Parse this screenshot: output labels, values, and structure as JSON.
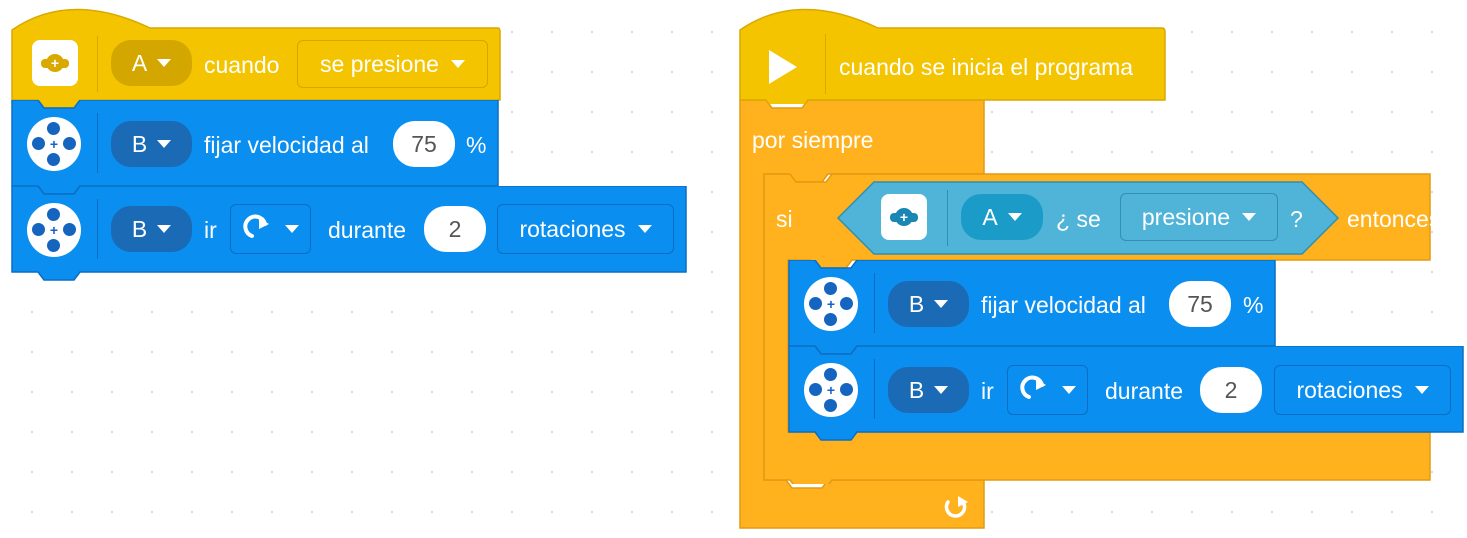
{
  "stack_left": {
    "hat": {
      "port": "A",
      "label": "cuando",
      "condition": "se presione"
    },
    "speed_block": {
      "port": "B",
      "label": "fijar velocidad al",
      "value": "75",
      "unit": "%"
    },
    "move_block": {
      "port": "B",
      "ir": "ir",
      "durante": "durante",
      "value": "2",
      "unit": "rotaciones"
    }
  },
  "stack_right": {
    "hat": {
      "label": "cuando se inicia el programa"
    },
    "forever": {
      "label": "por siempre"
    },
    "if_block": {
      "si": "si",
      "port": "A",
      "se": "¿ se",
      "condition": "presione",
      "qmark": "?",
      "entonces": "entonces"
    },
    "speed_block": {
      "port": "B",
      "label": "fijar velocidad al",
      "value": "75",
      "unit": "%"
    },
    "move_block": {
      "port": "B",
      "ir": "ir",
      "durante": "durante",
      "value": "2",
      "unit": "rotaciones"
    }
  },
  "colors": {
    "event_yellow": "#f5c400",
    "control_orange": "#ffb21e",
    "motor_blue": "#0a8ef0",
    "sensor_teal": "#4fb4d8",
    "dark_blue": "#1b6ab5"
  },
  "icons": {
    "force_sensor": "force-sensor-icon",
    "motor": "motor-icon",
    "play": "play-icon",
    "clockwise": "clockwise-arrow-icon",
    "loop": "loop-arrow-icon"
  }
}
